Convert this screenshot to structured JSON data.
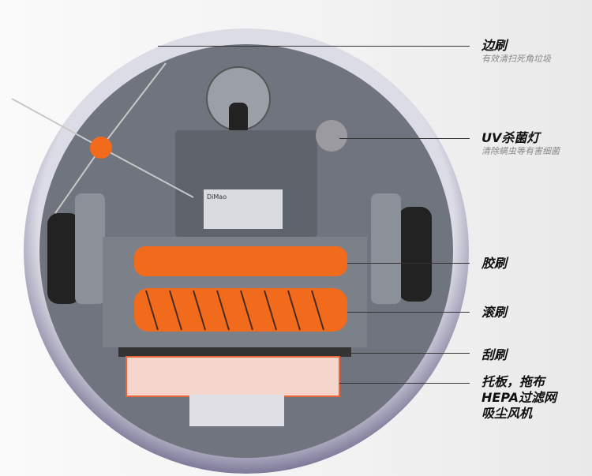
{
  "product_logo_text": "DiMao",
  "callouts": [
    {
      "title": "边刷",
      "subtitle": "有效清扫死角垃圾"
    },
    {
      "title": "UV杀菌灯",
      "subtitle": "清除螨虫等有害细菌"
    },
    {
      "title": "胶刷"
    },
    {
      "title": "滚刷"
    },
    {
      "title": "刮刷"
    },
    {
      "title_lines": [
        "托板，拖布",
        "HEPA过滤网",
        "吸尘风机"
      ]
    }
  ],
  "colors": {
    "brush_orange": "#f26b1d",
    "body_gray": "#6e737d",
    "rim_purple": "#8a86a8"
  }
}
